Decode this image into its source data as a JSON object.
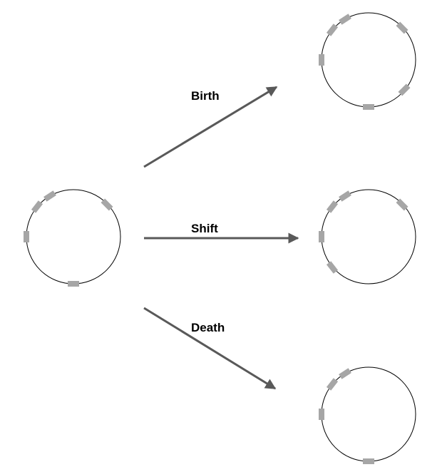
{
  "labels": {
    "birth": "Birth",
    "shift": "Shift",
    "death": "Death"
  },
  "colors": {
    "circle_stroke": "#000000",
    "marker_fill": "#a6a6a6",
    "arrow": "#595959",
    "background": "#ffffff"
  },
  "states": {
    "initial": {
      "marker_count": 5
    },
    "after_birth": {
      "marker_count": 6
    },
    "after_shift": {
      "marker_count": 5
    },
    "after_death": {
      "marker_count": 4
    }
  }
}
